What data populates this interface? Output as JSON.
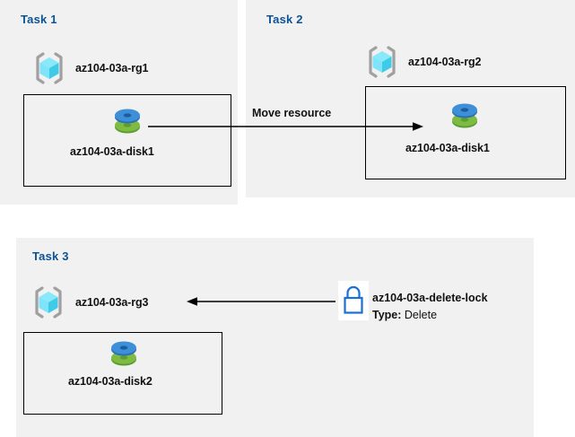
{
  "diagram": {
    "title_color": "#0b5394",
    "panel_bg": "#f1f1f1",
    "line_color": "#000000",
    "lock_color": "#1a6fd4",
    "disk_top_color": "#3d8fd8",
    "disk_bottom_color": "#72b647",
    "cube_color": "#50e6ff",
    "bracket_color": "#a0a0a0"
  },
  "panels": [
    {
      "id": "task1",
      "title": "Task 1",
      "resource_group": {
        "name": "az104-03a-rg1",
        "icon": "resource-group-cube-icon"
      },
      "resource": {
        "name": "az104-03a-disk1",
        "icon": "managed-disk-icon"
      }
    },
    {
      "id": "task2",
      "title": "Task 2",
      "resource_group": {
        "name": "az104-03a-rg2",
        "icon": "resource-group-cube-icon"
      },
      "resource": {
        "name": "az104-03a-disk1",
        "icon": "managed-disk-icon"
      }
    },
    {
      "id": "task3",
      "title": "Task 3",
      "resource_group": {
        "name": "az104-03a-rg3",
        "icon": "resource-group-cube-icon"
      },
      "resource": {
        "name": "az104-03a-disk2",
        "icon": "managed-disk-icon"
      },
      "lock": {
        "icon": "lock-icon",
        "name": "az104-03a-delete-lock",
        "type_label": "Type:",
        "type_value": "Delete"
      }
    }
  ],
  "connectors": [
    {
      "id": "move-resource",
      "label": "Move resource",
      "direction": "right"
    },
    {
      "id": "lock-applies-to-rg3",
      "label": "",
      "direction": "left"
    }
  ]
}
